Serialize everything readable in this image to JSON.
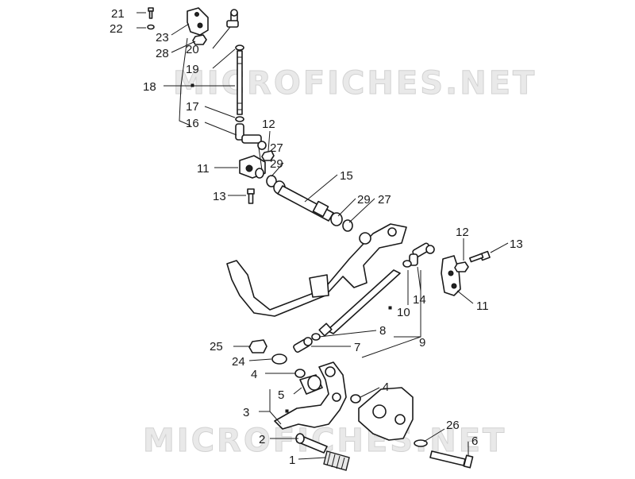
{
  "watermark": {
    "top_text": "MICROFICHES.NET",
    "bottom_text": "MICROFICHES.NET"
  },
  "callouts": [
    "21",
    "22",
    "23",
    "28",
    "20",
    "19",
    "18",
    "17",
    "16",
    "12",
    "27",
    "11",
    "29",
    "15",
    "13",
    "29",
    "27",
    "12",
    "13",
    "14",
    "11",
    "10",
    "8",
    "7",
    "9",
    "25",
    "24",
    "4",
    "4",
    "5",
    "3",
    "2",
    "1",
    "26",
    "6"
  ],
  "colors": {
    "ink": "#1a1a1a",
    "watermark": "#e2e2e2"
  }
}
